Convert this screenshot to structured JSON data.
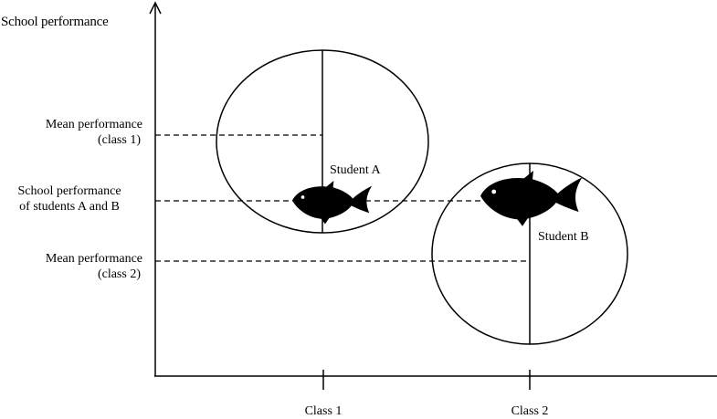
{
  "y_axis": {
    "label": "School performance"
  },
  "x_axis": {
    "categories": [
      "Class 1",
      "Class 2"
    ]
  },
  "reference_lines": [
    {
      "label_line1": "Mean performance",
      "label_line2": "(class 1)"
    },
    {
      "label_line1": "School performance",
      "label_line2": "of students A and B"
    },
    {
      "label_line1": "Mean performance",
      "label_line2": "(class 2)"
    }
  ],
  "students": [
    {
      "label": "Student A",
      "icon": "fish-icon",
      "size": "small"
    },
    {
      "label": "Student B",
      "icon": "fish-icon",
      "size": "large"
    }
  ],
  "colors": {
    "stroke": "#000000",
    "fill": "#000000",
    "background": "#ffffff"
  }
}
